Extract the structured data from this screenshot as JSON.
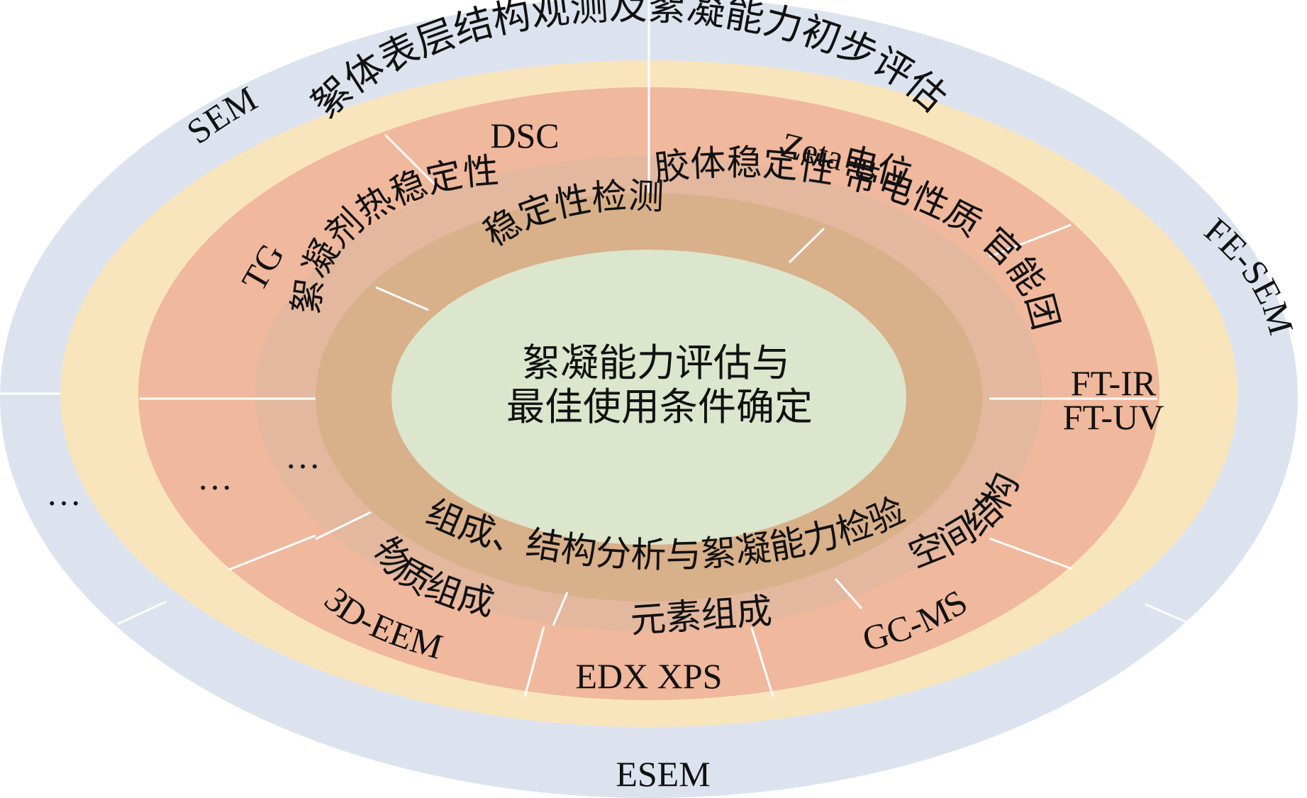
{
  "center": {
    "line1": "絮凝能力评估与",
    "line2": "最佳使用条件确定"
  },
  "stability": {
    "title": "稳定性检测",
    "left_sector": "絮凝剂热稳定性",
    "right_sector_a": "胶体稳定性",
    "right_sector_b": "带电性质",
    "right_sector_c": "官能团",
    "left_ellipsis": "…"
  },
  "composition": {
    "title": "组成、结构分析与絮凝能力检验",
    "sector_material": "物质组成",
    "sector_element": "元素组成",
    "sector_structure": "空间结构"
  },
  "methods": {
    "dsc": "DSC",
    "zeta": "Zeta电位",
    "tg": "TG",
    "ftir": "FT-IR",
    "ftuv": "FT-UV",
    "eem": "3D-EEM",
    "edx_xps": "EDX XPS",
    "gcms": "GC-MS",
    "left_ellipsis": "…"
  },
  "surface": {
    "title": "絮体表层结构观测及絮凝能力初步评估"
  },
  "microscopy": {
    "sem": "SEM",
    "fesem": "FE-SEM",
    "esem": "ESEM",
    "left_ellipsis": "…"
  },
  "colors": {
    "outer_ring": "#dde3ee",
    "yellow_ring": "#f9e5bc",
    "methods_ring": "#f0b89d",
    "sectors_ring": "#e3b89f",
    "stability_ring": "#d8b08a",
    "center": "#dbe6cc",
    "divider": "#ffffff"
  }
}
